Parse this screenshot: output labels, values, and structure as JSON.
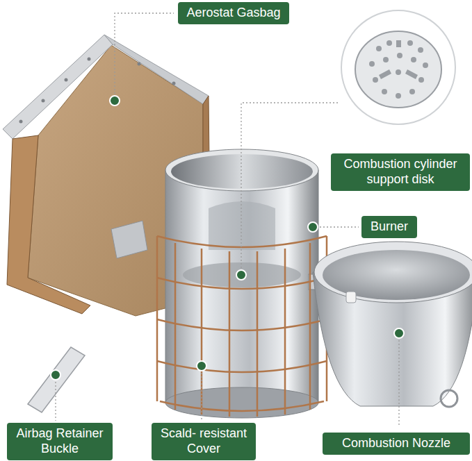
{
  "diagram": {
    "nodes": [
      {
        "text": [
          "Aerostat Gasbag"
        ]
      },
      {
        "text": [
          "Combustion cylinder support disk"
        ]
      },
      {
        "text": [
          "Burner"
        ]
      },
      {
        "text": [
          "Airbag Retainer Buckle"
        ]
      },
      {
        "text": [
          "Scald- resistant Cover"
        ]
      },
      {
        "text": [
          "Combustion Nozzle"
        ]
      }
    ]
  }
}
